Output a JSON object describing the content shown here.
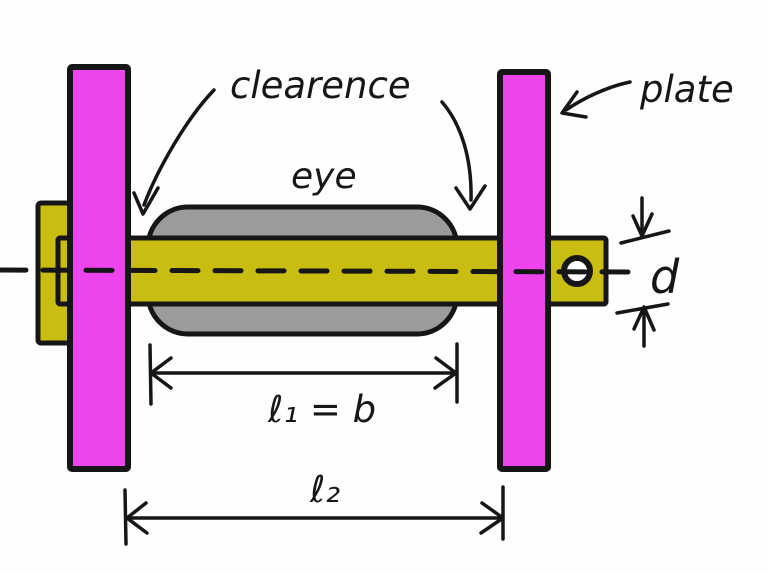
{
  "diagram": {
    "labels": {
      "clearance": "clearence",
      "eye": "eye",
      "plate": "plate",
      "diameter": "d",
      "length1": "ℓ₁ = b",
      "length2": "ℓ₂"
    },
    "colors": {
      "plate": "#EE44EE",
      "pin": "#C9BD12",
      "eye": "#9B9B9B",
      "hole": "#FFFFFF",
      "line": "#161616",
      "background": "#FEFEFF"
    }
  }
}
